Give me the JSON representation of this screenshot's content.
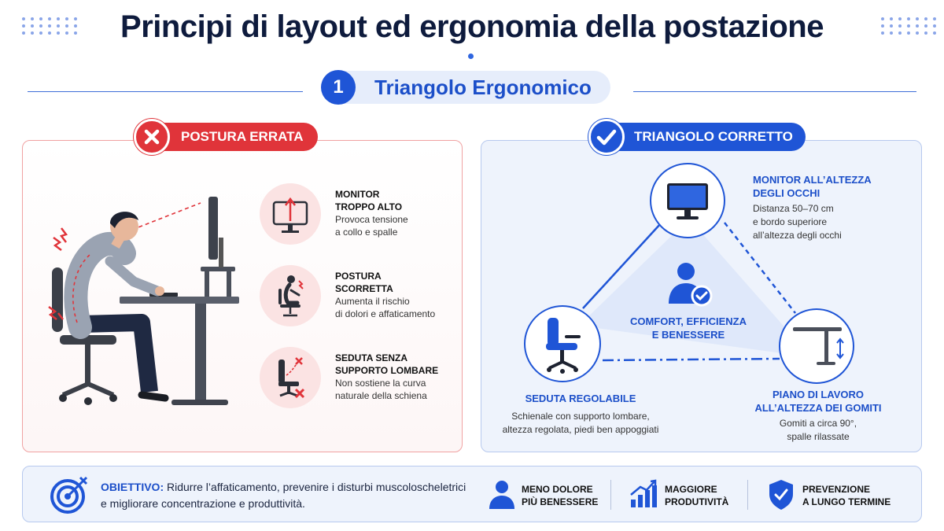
{
  "title": "Principi di layout ed ergonomia della postazione",
  "section": {
    "number": "1",
    "title": "Triangolo Ergonomico"
  },
  "bad": {
    "label": "POSTURA ERRATA",
    "items": [
      {
        "title1": "MONITOR",
        "title2": "TROPPO ALTO",
        "desc1": "Provoca tensione",
        "desc2": "a collo e spalle"
      },
      {
        "title1": "POSTURA",
        "title2": "SCORRETTA",
        "desc1": "Aumenta il rischio",
        "desc2": "di dolori e affaticamento"
      },
      {
        "title1": "SEDUTA SENZA",
        "title2": "SUPPORTO LOMBARE",
        "desc1": "Non sostiene la curva",
        "desc2": "naturale della schiena"
      }
    ]
  },
  "good": {
    "label": "TRIANGOLO CORRETTO",
    "monitor": {
      "title1": "MONITOR ALL’ALTEZZA",
      "title2": "DEGLI OCCHI",
      "desc1": "Distanza 50–70 cm",
      "desc2": "e bordo superiore",
      "desc3": "all’altezza degli occhi"
    },
    "center": {
      "line1": "COMFORT, EFFICIENZA",
      "line2": "E BENESSERE"
    },
    "seat": {
      "title": "SEDUTA REGOLABILE",
      "desc1": "Schienale con supporto lombare,",
      "desc2": "altezza regolata, piedi ben appoggiati"
    },
    "desk": {
      "title1": "PIANO DI LAVORO",
      "title2": "ALL’ALTEZZA DEI GOMITI",
      "desc1": "Gomiti a circa 90°,",
      "desc2": "spalle rilassate"
    }
  },
  "objective": {
    "label": "OBIETTIVO:",
    "line1": "Ridurre l’affaticamento, prevenire i disturbi muscoloscheletrici",
    "line2": "e migliorare concentrazione e produttività."
  },
  "benefits": [
    {
      "line1": "MENO DOLORE",
      "line2": "PIÙ BENESSERE",
      "icon": "person-icon"
    },
    {
      "line1": "MAGGIORE",
      "line2": "PRODUTIVITÀ",
      "icon": "growth-chart-icon"
    },
    {
      "line1": "PREVENZIONE",
      "line2": "A LUNGO TERMINE",
      "icon": "shield-check-icon"
    }
  ],
  "colors": {
    "primary": "#1f55d6",
    "danger": "#e0343a",
    "navy": "#0e1b3d"
  }
}
